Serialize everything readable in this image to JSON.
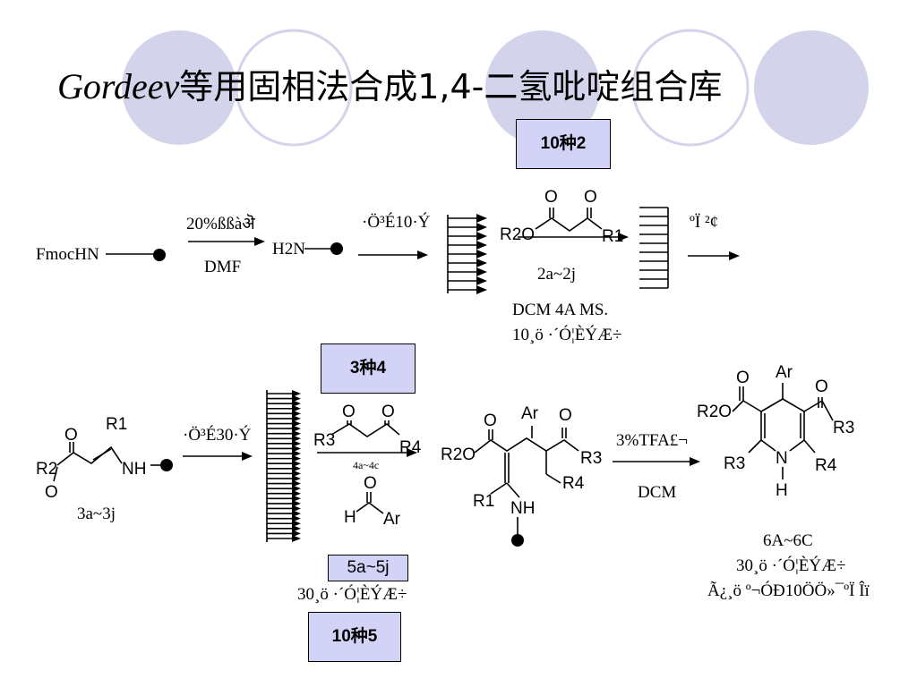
{
  "title": {
    "latin": "Gordeev",
    "cjk": "等用固相法合成1,4-二氢吡啶组合库"
  },
  "boxes": {
    "top": "10种2",
    "mid": "3种4",
    "reagent": "5a~5j",
    "bottom": "10种5"
  },
  "row1": {
    "start": "FmocHN",
    "arrow1_top": "20%ßßàऄ",
    "arrow1_bottom": "DMF",
    "amine": "H2N",
    "arrow2_top": "·Ö³É10·Ý",
    "ketoester_left": "R2O",
    "ketoester_right": "R1",
    "oxygen": "O",
    "compound_2": "2a~2j",
    "condition1": "DCM 4A MS.",
    "condition2": "10¸ö ·´Ó¦ÈÝÆ÷",
    "arrow3_top": "ºÏ ²¢"
  },
  "row2": {
    "enamine_r1": "R1",
    "enamine_r2": "R2",
    "enamine_o": "O",
    "enamine_nh": "NH",
    "compound_3": "3a~3j",
    "arrow_top": "·Ö³É30·Ý",
    "diketone_r3": "R3",
    "diketone_r4": "R4",
    "compound_4": "4a~4c",
    "aldehyde_h": "H",
    "aldehyde_ar": "Ar",
    "reaction_count": "30¸ö ·´Ó¦ÈÝÆ÷",
    "int_r2o": "R2O",
    "int_ar": "Ar",
    "int_r3": "R3",
    "int_r4": "R4",
    "int_r1": "R1",
    "int_nh": "NH",
    "arrow4_top": "3%TFA£¬",
    "arrow4_bottom": "DCM",
    "prod_ar": "Ar",
    "prod_r2o": "R2O",
    "prod_r3_top": "R3",
    "prod_r3": "R3",
    "prod_n": "N",
    "prod_h": "H",
    "prod_r4": "R4",
    "product_label": "6A~6C",
    "product_line2": "30¸ö ·´Ó¦ÈÝÆ÷",
    "product_line3": "Ã¿¸ö º¬ÓÐ10ÖÖ»¯ºÏ Îï"
  }
}
